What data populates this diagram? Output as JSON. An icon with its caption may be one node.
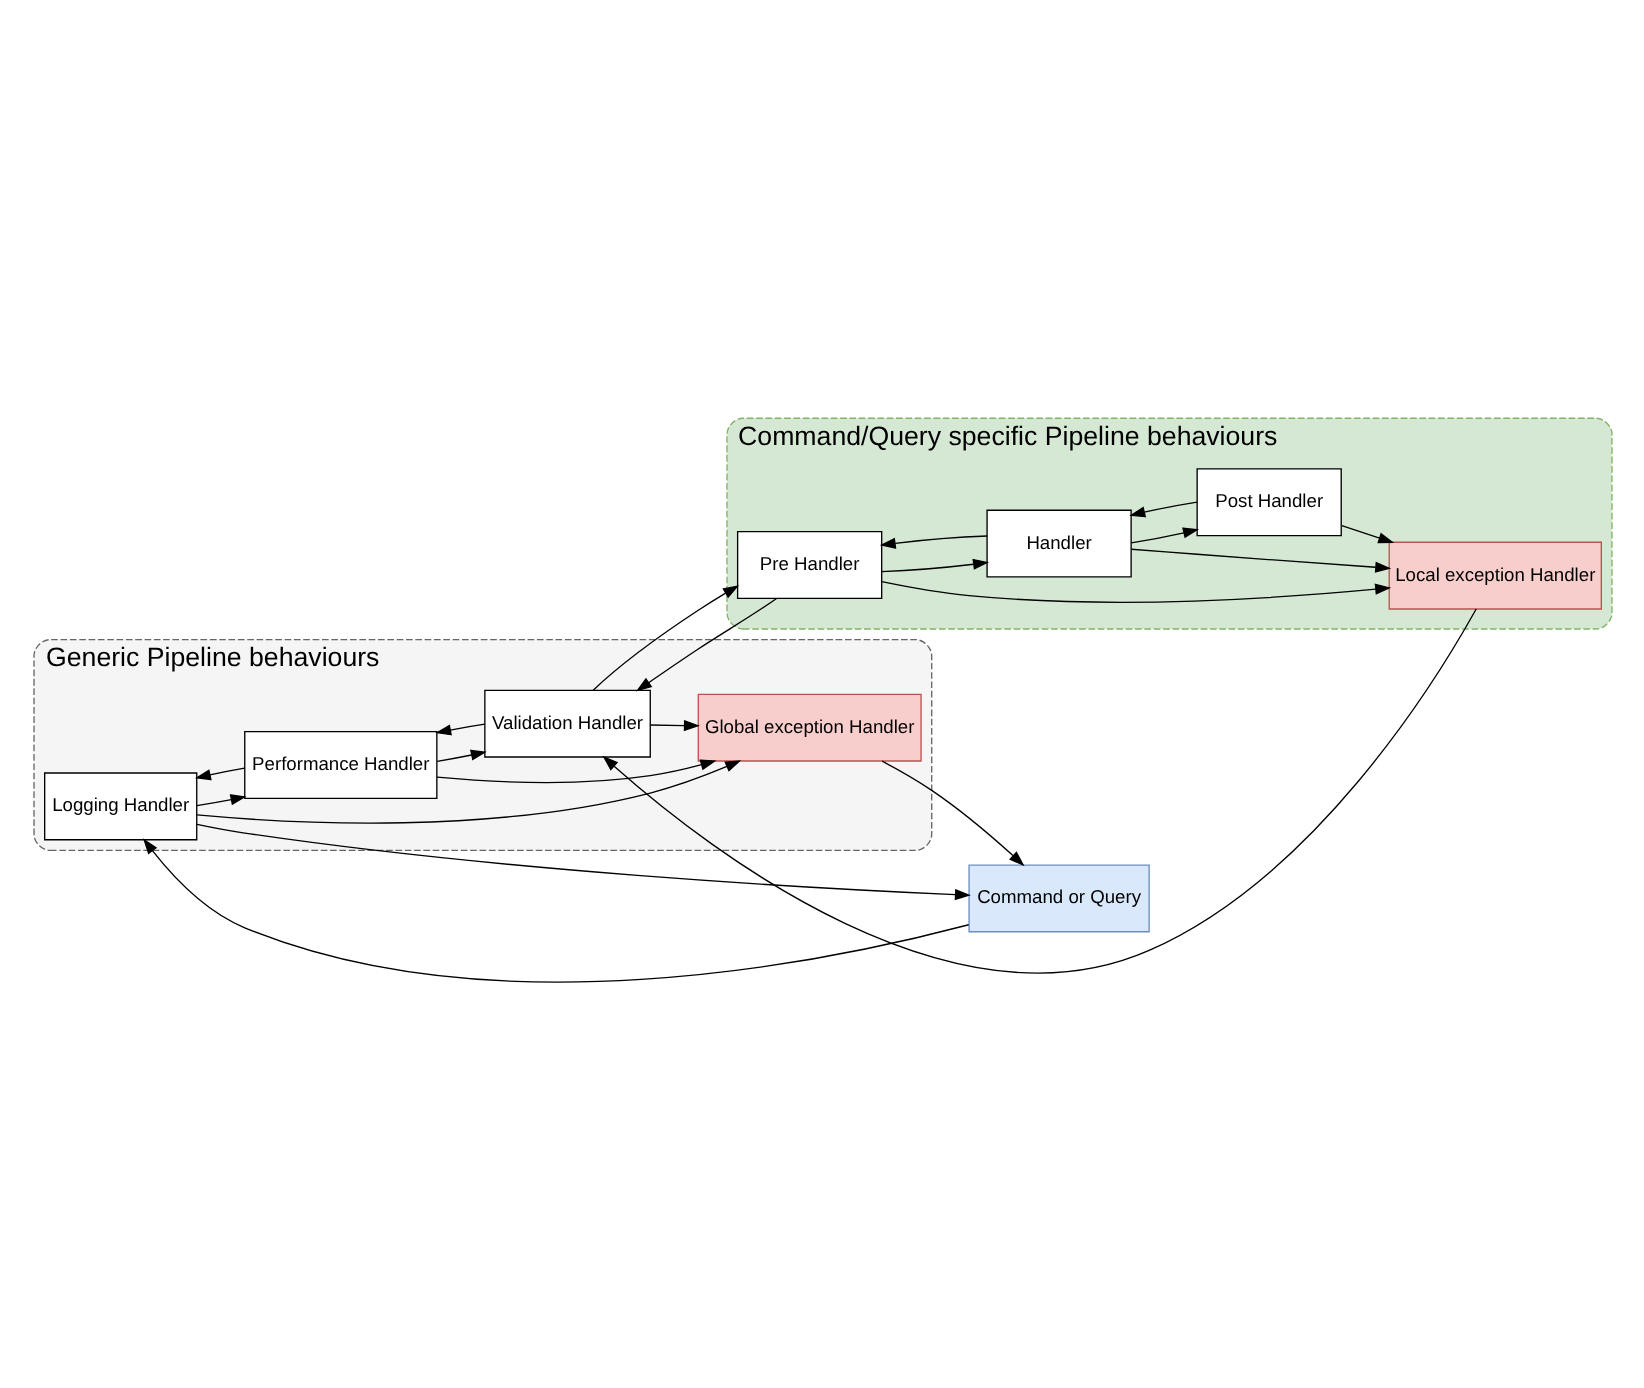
{
  "diagram": {
    "nodes": [
      {
        "text": [
          "Generic Pipeline behaviours"
        ]
      },
      {
        "text": [
          "Global exception Handler"
        ],
        "in": 0
      },
      {
        "text": [
          "Logging Handler"
        ],
        "in": 0
      },
      {
        "text": [
          "Performance Handler"
        ],
        "in": 0
      },
      {
        "text": [
          "Validation Handler"
        ],
        "in": 0
      },
      {
        "text": [
          "Command or Query"
        ]
      },
      {
        "text": [
          "Command/Query specific Pipeline behaviours"
        ]
      },
      {
        "text": [
          "Local exception Handler"
        ],
        "in": 6
      },
      {
        "text": [
          "Pre Handler"
        ],
        "in": 6
      },
      {
        "text": [
          "Handler"
        ],
        "in": 6
      },
      {
        "text": [
          "Post Handler"
        ],
        "in": 6
      }
    ],
    "edges": [
      {
        "from": 1,
        "to": 5,
        "arrow": "to"
      },
      {
        "from": 5,
        "to": 2,
        "arrow": "to"
      },
      {
        "from": 2,
        "to": 5,
        "arrow": "to"
      },
      {
        "from": 2,
        "to": 1,
        "arrow": "to"
      },
      {
        "from": 3,
        "to": 1,
        "arrow": "to"
      },
      {
        "from": 4,
        "to": 1,
        "arrow": "to"
      },
      {
        "from": 2,
        "to": 3,
        "arrow": "to"
      },
      {
        "from": 3,
        "to": 4,
        "arrow": "to"
      },
      {
        "from": 3,
        "to": 2,
        "arrow": "to"
      },
      {
        "from": 4,
        "to": 3,
        "arrow": "to"
      },
      {
        "from": 4,
        "to": 8,
        "arrow": "to"
      },
      {
        "from": 7,
        "to": 4,
        "arrow": "to"
      },
      {
        "from": 8,
        "to": 7,
        "arrow": "to"
      },
      {
        "from": 9,
        "to": 7,
        "arrow": "to"
      },
      {
        "from": 10,
        "to": 7,
        "arrow": "to"
      },
      {
        "from": 8,
        "to": 9,
        "arrow": "to"
      },
      {
        "from": 9,
        "to": 10,
        "arrow": "to"
      },
      {
        "from": 9,
        "to": 8,
        "arrow": "to"
      },
      {
        "from": 10,
        "to": 9,
        "arrow": "to"
      },
      {
        "from": 8,
        "to": 4,
        "arrow": "to"
      }
    ]
  }
}
